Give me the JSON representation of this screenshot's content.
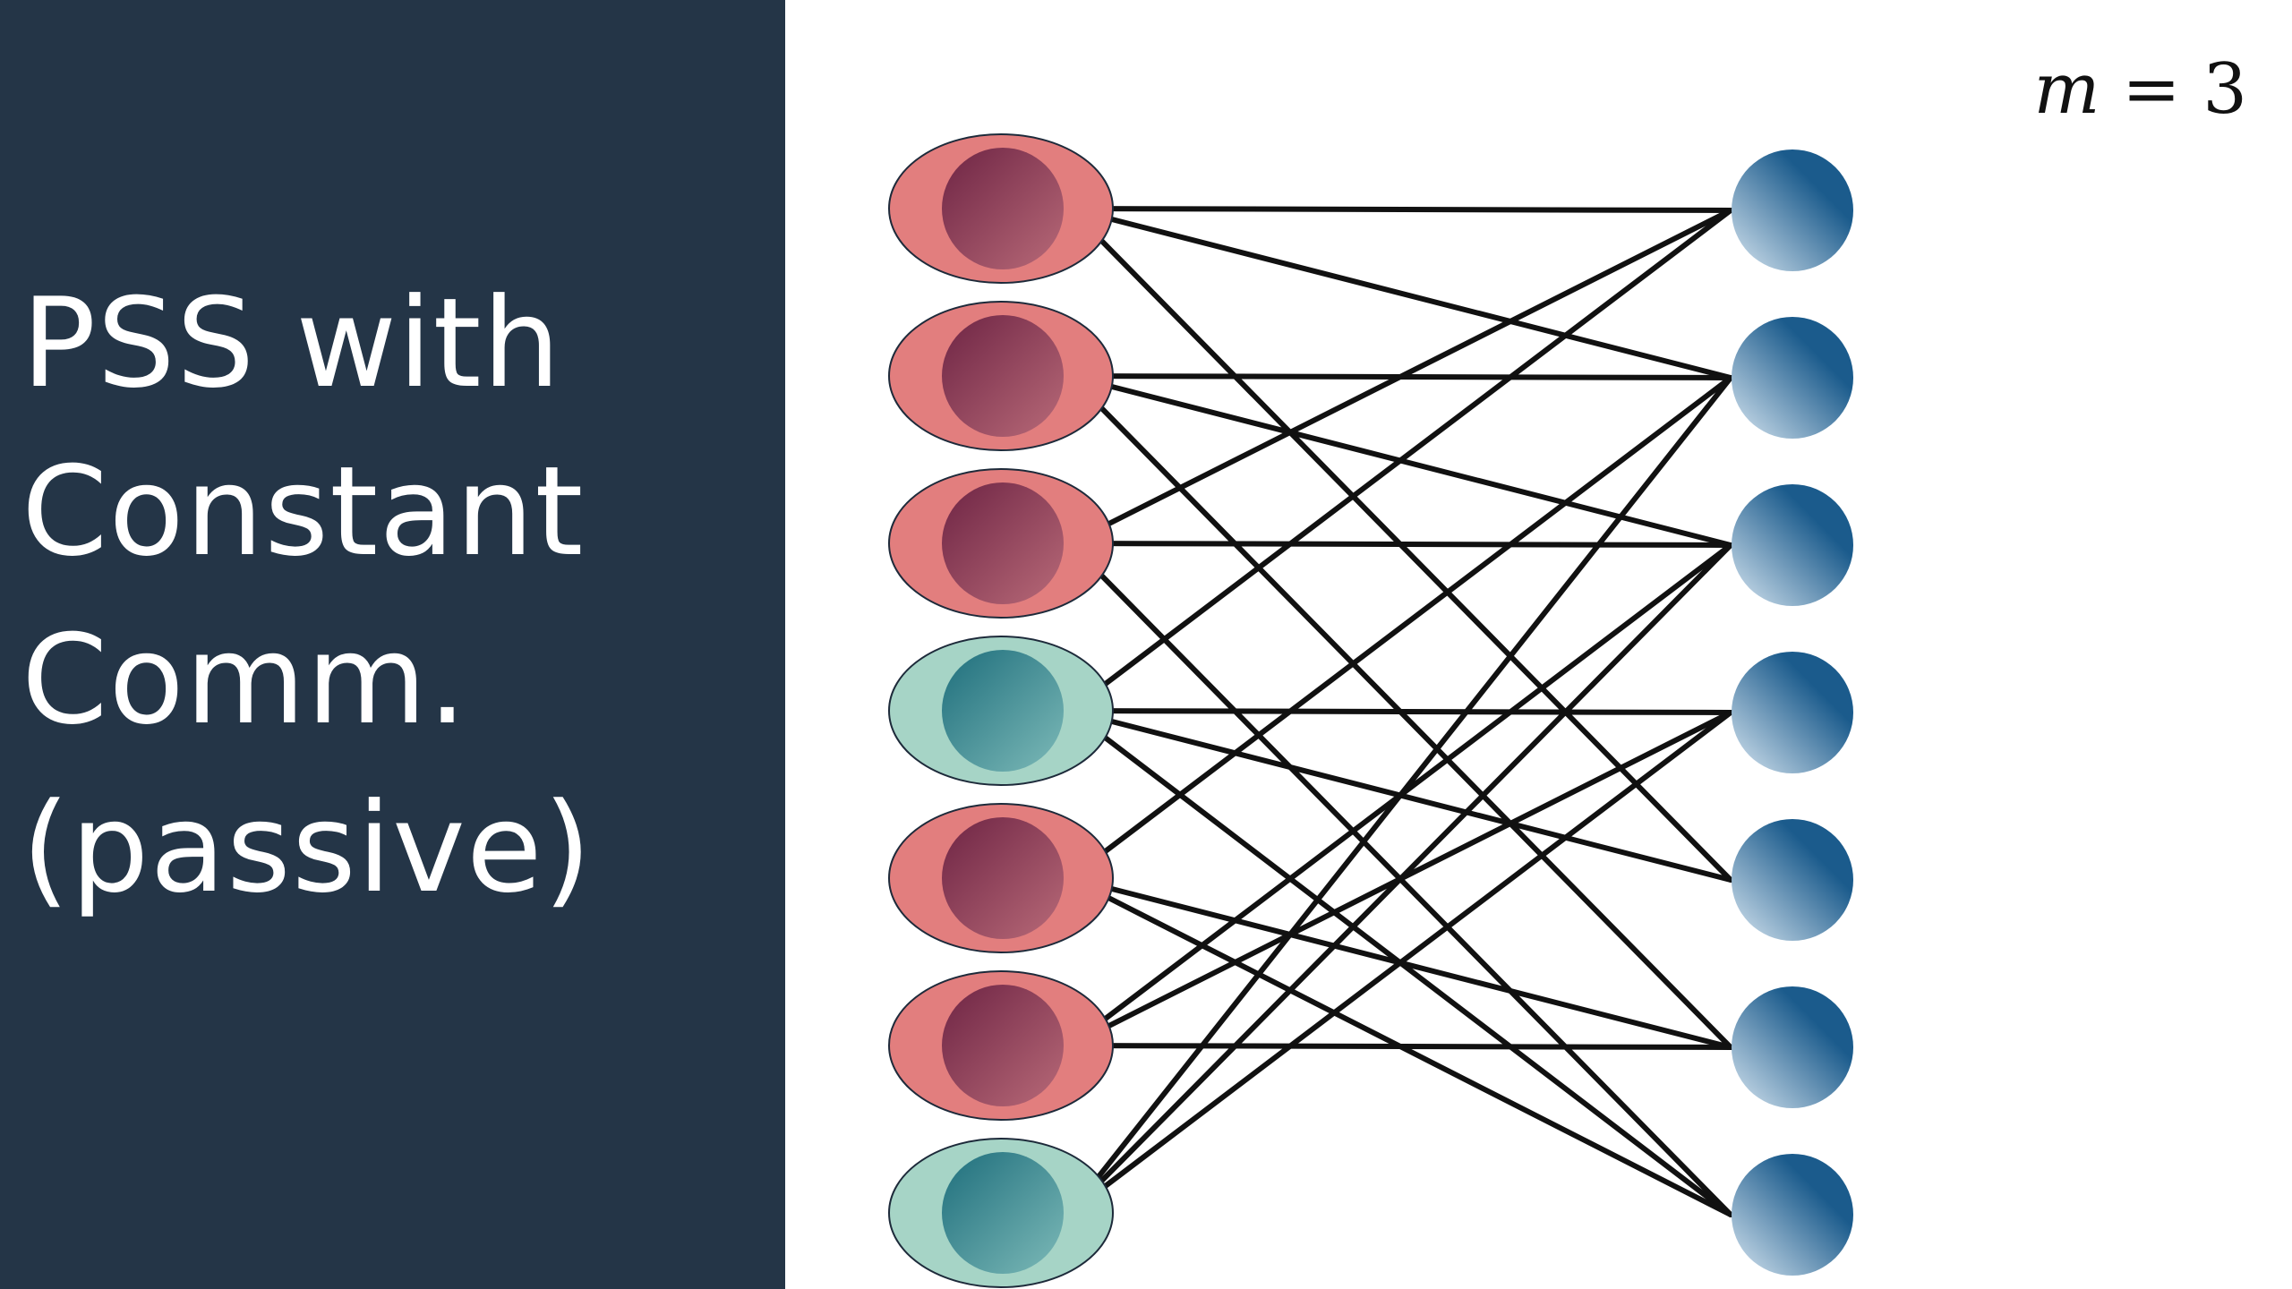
{
  "slide": {
    "title_lines": [
      "PSS with",
      "Constant",
      "Comm.",
      "(passive)"
    ],
    "formula": {
      "variable": "m",
      "operator": "=",
      "value": "3"
    }
  },
  "graph": {
    "left_nodes": [
      {
        "kind": "red"
      },
      {
        "kind": "red"
      },
      {
        "kind": "red"
      },
      {
        "kind": "green"
      },
      {
        "kind": "red"
      },
      {
        "kind": "red"
      },
      {
        "kind": "green"
      }
    ],
    "right_node_count": 7,
    "edges": [
      [
        0,
        0
      ],
      [
        0,
        1
      ],
      [
        0,
        4
      ],
      [
        1,
        1
      ],
      [
        1,
        2
      ],
      [
        1,
        5
      ],
      [
        2,
        2
      ],
      [
        2,
        0
      ],
      [
        2,
        6
      ],
      [
        3,
        3
      ],
      [
        3,
        0
      ],
      [
        3,
        4
      ],
      [
        3,
        6
      ],
      [
        4,
        1
      ],
      [
        4,
        5
      ],
      [
        4,
        6
      ],
      [
        5,
        3
      ],
      [
        5,
        2
      ],
      [
        5,
        5
      ],
      [
        6,
        3
      ],
      [
        6,
        2
      ],
      [
        6,
        1
      ]
    ],
    "colors": {
      "red_outer": "#e27e7e",
      "red_inner_dark": "#6e2444",
      "red_inner_light": "#b86a78",
      "green_outer": "#a6d4c6",
      "green_inner_dark": "#1e6e7c",
      "green_inner_light": "#7dbab8",
      "blue_dark": "#1b5b8c",
      "blue_light": "#d8e6f1",
      "edge": "#111111",
      "panel": "#243547"
    }
  }
}
